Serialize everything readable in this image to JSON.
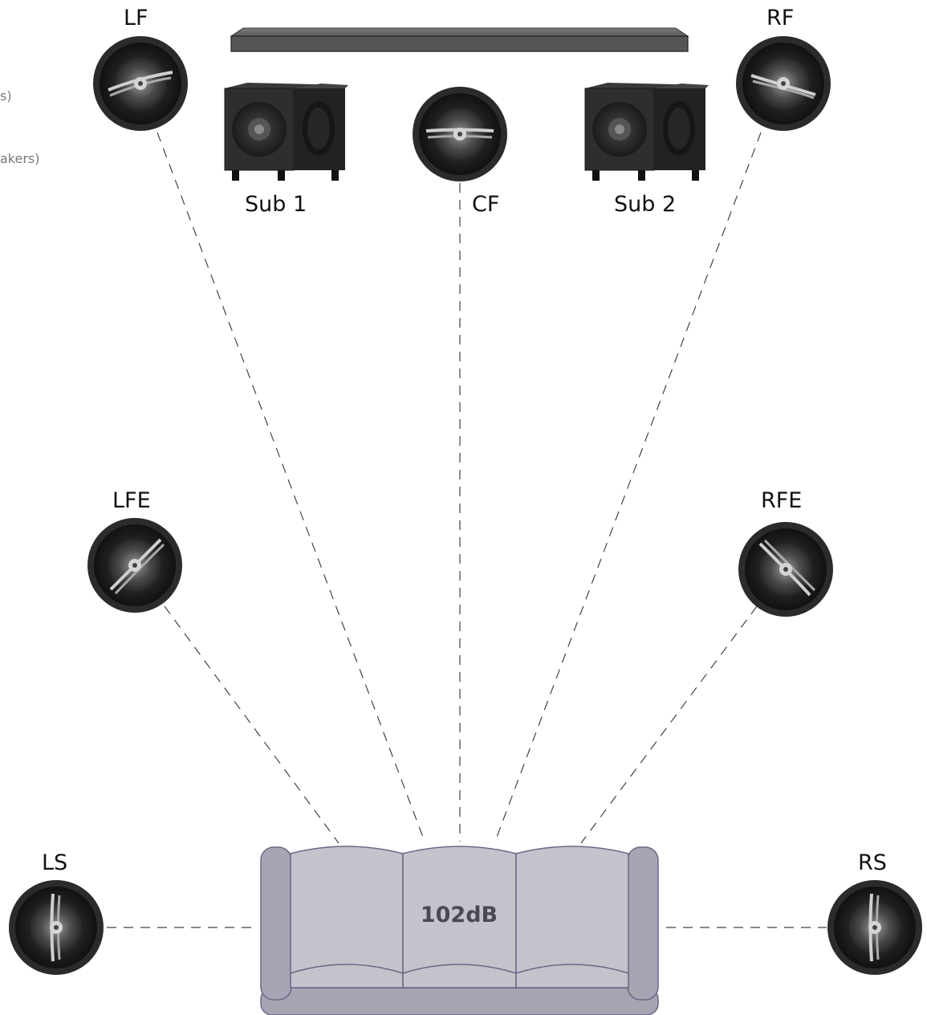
{
  "side_notes": [
    "s)",
    "akers)"
  ],
  "labels": {
    "lf": "LF",
    "rf": "RF",
    "cf": "CF",
    "sub1": "Sub 1",
    "sub2": "Sub 2",
    "lfe": "LFE",
    "rfe": "RFE",
    "ls": "LS",
    "rs": "RS"
  },
  "couch_level": "102dB",
  "colors": {
    "couch_fill": "#c3c3cc",
    "couch_arm": "#a6a5b4",
    "couch_stroke": "#6a6885",
    "tv": "#555555",
    "db_text": "#4a4a55",
    "speaker_rim": "#2b2b2b",
    "dashed_line": "#444444"
  }
}
